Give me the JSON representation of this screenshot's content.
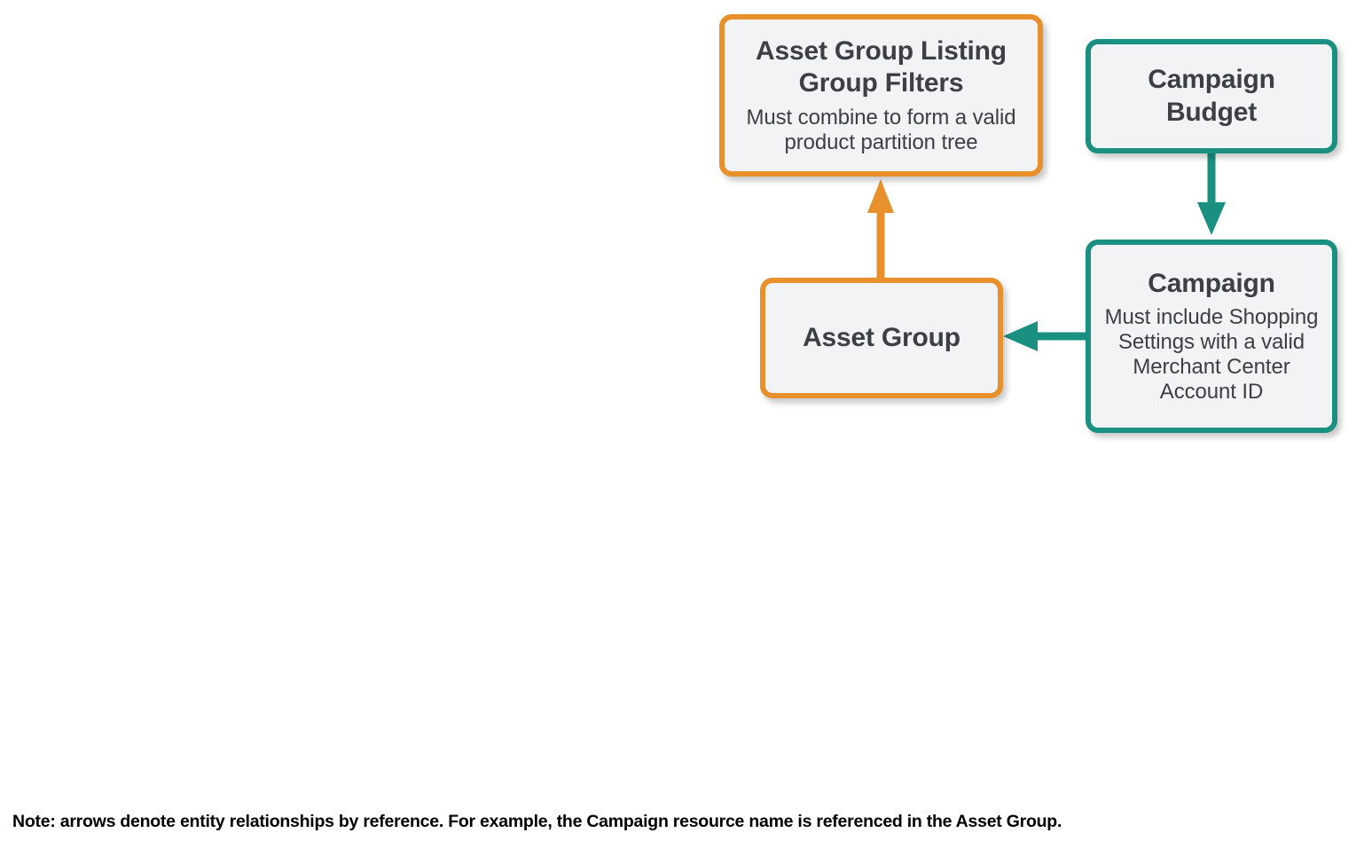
{
  "diagram": {
    "colors": {
      "orange": "#E8912C",
      "teal": "#199080",
      "node_fill": "#F1F3F4",
      "text": "#3C4043",
      "background": "#FFFFFF",
      "note_text": "#000000"
    },
    "nodes": [
      {
        "id": "asset-group-listing-group-filters",
        "title": "Asset Group Listing Group Filters",
        "subtitle": "Must combine to form a valid product partition tree",
        "color": "orange"
      },
      {
        "id": "campaign-budget",
        "title": "Campaign Budget",
        "subtitle": "",
        "color": "teal"
      },
      {
        "id": "asset-group",
        "title": "Asset Group",
        "subtitle": "",
        "color": "orange"
      },
      {
        "id": "campaign",
        "title": "Campaign",
        "subtitle": "Must include Shopping Settings with a valid Merchant Center Account ID",
        "color": "teal"
      }
    ],
    "edges": [
      {
        "id": "asset-group-to-listing-group-filters",
        "from": "asset-group",
        "to": "asset-group-listing-group-filters",
        "direction": "up",
        "color": "orange"
      },
      {
        "id": "campaign-budget-to-campaign",
        "from": "campaign-budget",
        "to": "campaign",
        "direction": "down",
        "color": "teal"
      },
      {
        "id": "campaign-to-asset-group",
        "from": "campaign",
        "to": "asset-group",
        "direction": "left",
        "color": "teal"
      }
    ],
    "note": "Note: arrows denote entity relationships by reference. For example, the Campaign resource name is referenced in the Asset Group."
  }
}
